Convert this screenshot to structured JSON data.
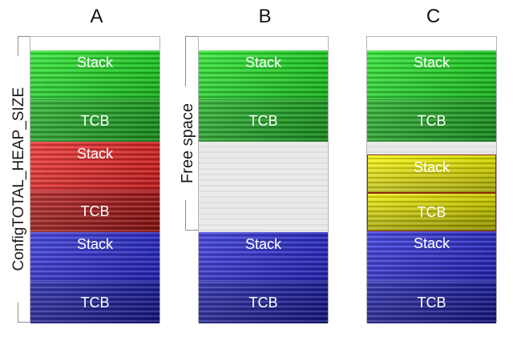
{
  "headers": {
    "a": "A",
    "b": "B",
    "c": "C"
  },
  "brackets": {
    "heap_label": "ConfigTOTAL_HEAP_SIZE",
    "free_space_label": "Free space"
  },
  "columns": [
    {
      "header": "A",
      "segments": [
        {
          "label": "Stack",
          "color": "green"
        },
        {
          "label": "TCB",
          "color": "green"
        },
        {
          "label": "Stack",
          "color": "red"
        },
        {
          "label": "TCB",
          "color": "red"
        },
        {
          "label": "Stack",
          "color": "blue"
        },
        {
          "label": "TCB",
          "color": "blue"
        }
      ]
    },
    {
      "header": "B",
      "segments": [
        {
          "label": "Stack",
          "color": "green"
        },
        {
          "label": "TCB",
          "color": "green"
        },
        {
          "label": "",
          "color": "gray-free"
        },
        {
          "label": "Stack",
          "color": "blue"
        },
        {
          "label": "TCB",
          "color": "blue"
        }
      ]
    },
    {
      "header": "C",
      "segments": [
        {
          "label": "Stack",
          "color": "green"
        },
        {
          "label": "TCB",
          "color": "green"
        },
        {
          "label": "",
          "color": "gray-gap"
        },
        {
          "label": "Stack",
          "color": "yellow"
        },
        {
          "label": "TCB",
          "color": "yellow"
        },
        {
          "label": "Stack",
          "color": "blue"
        },
        {
          "label": "TCB",
          "color": "blue"
        }
      ]
    }
  ],
  "palette": {
    "green_bright": "#27e42c",
    "green_dark": "#1d9721",
    "red_bright": "#ec2c2c",
    "red_dark": "#8e1414",
    "blue_bright": "#3434d8",
    "blue_dark": "#181886",
    "yellow_bright": "#f8f800",
    "yellow_dark": "#a3a300",
    "yellow_border": "#8f2a0e",
    "free_space_gray": "#e4e4e4",
    "box_outline": "#b4b4b4",
    "bracket_gray": "#8c8c8c",
    "label_text": "#ffffff",
    "heading_text": "#101018"
  }
}
